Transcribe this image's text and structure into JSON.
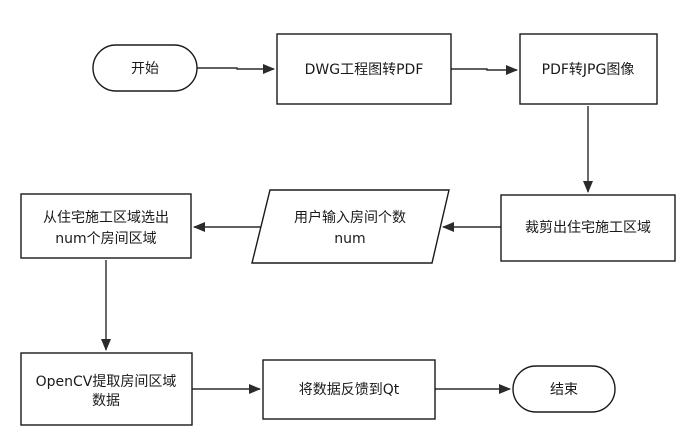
{
  "nodes": {
    "start": {
      "lines": [
        "开始"
      ]
    },
    "dwg_to_pdf": {
      "lines": [
        "DWG工程图转PDF"
      ]
    },
    "pdf_to_jpg": {
      "lines": [
        "PDF转JPG图像"
      ]
    },
    "crop": {
      "lines": [
        "裁剪出住宅施工区域"
      ]
    },
    "user_input": {
      "lines": [
        "用户输入房间个数",
        "num"
      ]
    },
    "select_rooms": {
      "lines": [
        "从住宅施工区域选出",
        "num个房间区域"
      ]
    },
    "opencv_extract": {
      "lines": [
        "OpenCV提取房间区域",
        "数据"
      ]
    },
    "feedback_qt": {
      "lines": [
        "将数据反馈到Qt"
      ]
    },
    "end": {
      "lines": [
        "结束"
      ]
    }
  },
  "edges": [
    {
      "from": "start",
      "to": "dwg_to_pdf"
    },
    {
      "from": "dwg_to_pdf",
      "to": "pdf_to_jpg"
    },
    {
      "from": "pdf_to_jpg",
      "to": "crop"
    },
    {
      "from": "crop",
      "to": "user_input"
    },
    {
      "from": "user_input",
      "to": "select_rooms"
    },
    {
      "from": "select_rooms",
      "to": "opencv_extract"
    },
    {
      "from": "opencv_extract",
      "to": "feedback_qt"
    },
    {
      "from": "feedback_qt",
      "to": "end"
    }
  ]
}
